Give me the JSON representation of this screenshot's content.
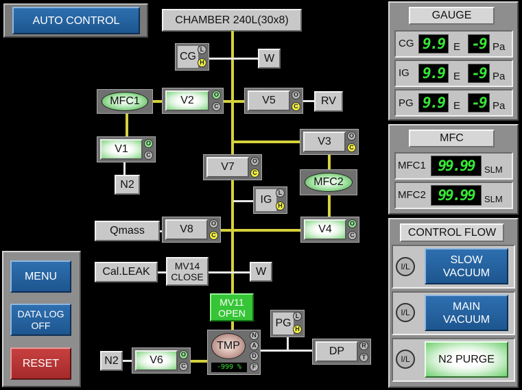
{
  "top": {
    "auto_control": "AUTO CONTROL",
    "chamber": "CHAMBER 240L(30x8)"
  },
  "left_menu": {
    "menu": "MENU",
    "data_log": "DATA LOG\nOFF",
    "reset": "RESET"
  },
  "diagram": {
    "cg": "CG",
    "ig": "IG",
    "pg": "PG",
    "w1": "W",
    "w2": "W",
    "rv": "RV",
    "mfc1": "MFC1",
    "mfc2": "MFC2",
    "v1": "V1",
    "v2": "V2",
    "v3": "V3",
    "v4": "V4",
    "v5": "V5",
    "v6": "V6",
    "v7": "V7",
    "v8": "V8",
    "n2_top": "N2",
    "n2_bottom": "N2",
    "qmass": "Qmass",
    "cal_leak": "Cal.LEAK",
    "mv14": "MV14\nCLOSE",
    "mv11": "MV11\nOPEN",
    "tmp": "TMP",
    "tmp_readout": "-999 %",
    "dp": "DP",
    "ind_o": "O",
    "ind_c": "C",
    "ind_l": "L",
    "ind_h": "H",
    "ind_n": "N",
    "ind_a": "A",
    "ind_d": "D",
    "ind_f": "F",
    "ind_r": "R",
    "ind_t": "T"
  },
  "gauge": {
    "title": "GAUGE",
    "rows": [
      {
        "label": "CG",
        "mantissa": "9.9",
        "e": "E",
        "exponent": "-9",
        "unit": "Pa"
      },
      {
        "label": "IG",
        "mantissa": "9.9",
        "e": "E",
        "exponent": "-9",
        "unit": "Pa"
      },
      {
        "label": "PG",
        "mantissa": "9.9",
        "e": "E",
        "exponent": "-9",
        "unit": "Pa"
      }
    ]
  },
  "mfc_panel": {
    "title": "MFC",
    "rows": [
      {
        "label": "MFC1",
        "value": "99.99",
        "unit": "SLM"
      },
      {
        "label": "MFC2",
        "value": "99.99",
        "unit": "SLM"
      }
    ]
  },
  "control_flow": {
    "title": "CONTROL FLOW",
    "il": "I/L",
    "slow": "SLOW\nVACUUM",
    "main": "MAIN\nVACUUM",
    "purge": "N2 PURGE"
  },
  "colors": {
    "pipe": "#d6d23c",
    "accent_blue": "#1d568f",
    "reset_red": "#a52a2a",
    "segment_green": "#37e637"
  }
}
